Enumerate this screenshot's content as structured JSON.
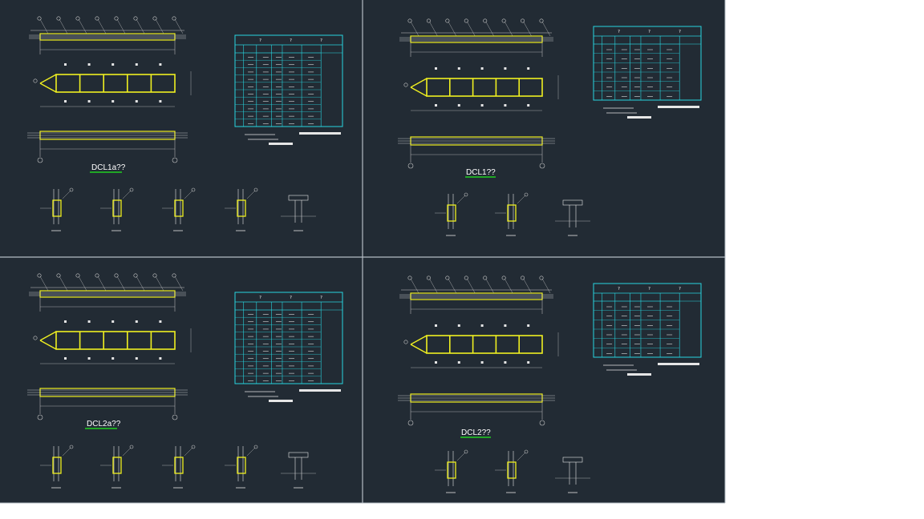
{
  "colors": {
    "background": "#ffffff",
    "drawing_bg": "#222b34",
    "frame": "#b4bcc4",
    "beam": "#f0f020",
    "dim": "#c8c8c8",
    "table": "#28d6df",
    "underline": "#20d020",
    "text": "#ffffff"
  },
  "sheets": [
    {
      "title": "DCL1a??",
      "table_header": [
        "?",
        "?",
        "?"
      ],
      "table_rows": 10,
      "section_count": 5
    },
    {
      "title": "DCL1??",
      "table_header": [
        "?",
        "?",
        "?"
      ],
      "table_rows": 6,
      "section_count": 3
    },
    {
      "title": "DCL2a??",
      "table_header": [
        "?",
        "?",
        "?"
      ],
      "table_rows": 10,
      "section_count": 5
    },
    {
      "title": "DCL2??",
      "table_header": [
        "?",
        "?",
        "?"
      ],
      "table_rows": 6,
      "section_count": 3
    }
  ]
}
